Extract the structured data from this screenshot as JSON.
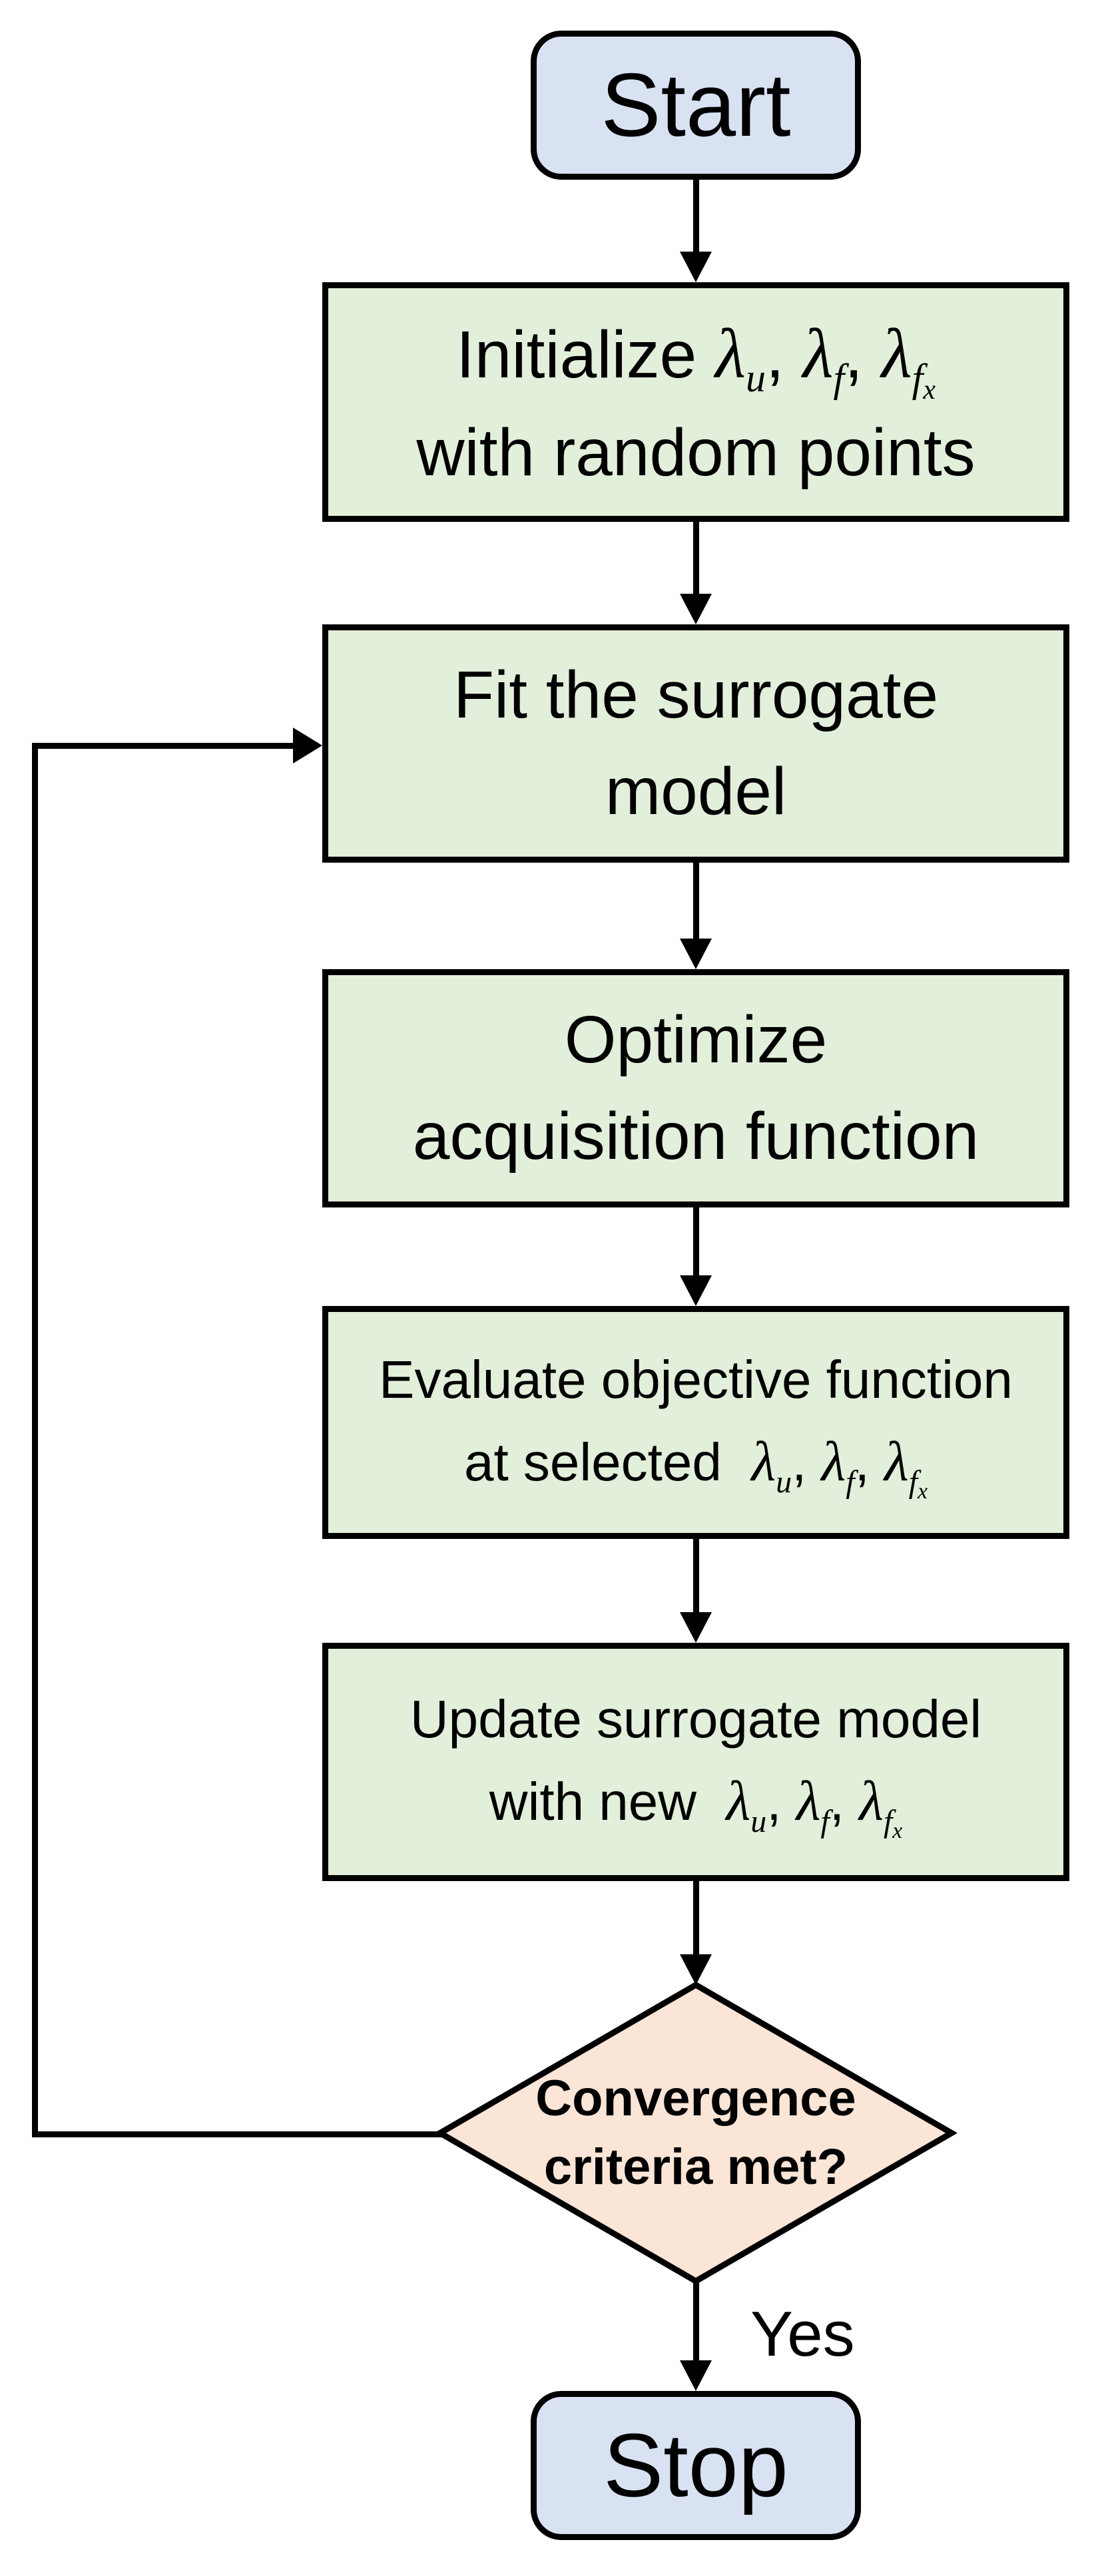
{
  "colors": {
    "terminal_fill": "#d9e2f3",
    "process_fill": "#e2efda",
    "decision_fill": "#fbe5d6",
    "stroke": "#000000"
  },
  "nodes": {
    "start": {
      "label": "Start"
    },
    "initialize": {
      "line1": [
        {
          "t": "Initialize "
        },
        {
          "t": "λ",
          "i": 1
        },
        {
          "t": "u",
          "i": 1,
          "sub": 1
        },
        {
          "t": ", "
        },
        {
          "t": "λ",
          "i": 1
        },
        {
          "t": "f",
          "i": 1,
          "sub": 1
        },
        {
          "t": ", "
        },
        {
          "t": "λ",
          "i": 1
        },
        {
          "t": "f",
          "i": 1,
          "sub": 1
        },
        {
          "t": "x",
          "i": 1,
          "sub": 2
        }
      ],
      "line2": [
        {
          "t": "with random points"
        }
      ]
    },
    "fit": {
      "line1": [
        {
          "t": "Fit the surrogate"
        }
      ],
      "line2": [
        {
          "t": "model"
        }
      ]
    },
    "optimize": {
      "line1": [
        {
          "t": "Optimize"
        }
      ],
      "line2": [
        {
          "t": "acquisition function"
        }
      ]
    },
    "evaluate": {
      "line1": [
        {
          "t": "Evaluate objective function"
        }
      ],
      "line2": [
        {
          "t": "at selected  "
        },
        {
          "t": "λ",
          "i": 1
        },
        {
          "t": "u",
          "i": 1,
          "sub": 1
        },
        {
          "t": ", "
        },
        {
          "t": "λ",
          "i": 1
        },
        {
          "t": "f",
          "i": 1,
          "sub": 1
        },
        {
          "t": ", "
        },
        {
          "t": "λ",
          "i": 1
        },
        {
          "t": "f",
          "i": 1,
          "sub": 1
        },
        {
          "t": "x",
          "i": 1,
          "sub": 2
        }
      ]
    },
    "update": {
      "line1": [
        {
          "t": "Update surrogate model"
        }
      ],
      "line2": [
        {
          "t": "with new  "
        },
        {
          "t": "λ",
          "i": 1
        },
        {
          "t": "u",
          "i": 1,
          "sub": 1
        },
        {
          "t": ", "
        },
        {
          "t": "λ",
          "i": 1
        },
        {
          "t": "f",
          "i": 1,
          "sub": 1
        },
        {
          "t": ", "
        },
        {
          "t": "λ",
          "i": 1
        },
        {
          "t": "f",
          "i": 1,
          "sub": 1
        },
        {
          "t": "x",
          "i": 1,
          "sub": 2
        }
      ]
    },
    "decision": {
      "line1": [
        {
          "t": "Convergence"
        }
      ],
      "line2": [
        {
          "t": "criteria met?"
        }
      ]
    },
    "stop": {
      "label": "Stop"
    }
  },
  "edges": {
    "yes_label": "Yes"
  }
}
